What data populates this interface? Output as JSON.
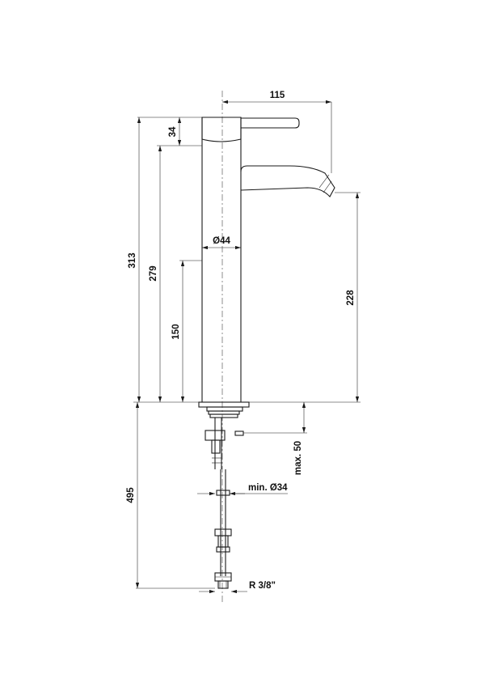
{
  "dimensions": {
    "spout_reach": "115",
    "lever_height": "34",
    "total_height": "313",
    "body_height": "279",
    "lower_height": "150",
    "body_diameter": "Ø44",
    "outlet_height": "228",
    "max_deck_thickness": "max. 50",
    "min_hole_diameter": "min. Ø34",
    "hose_length": "495",
    "connection_thread": "R 3/8\""
  }
}
